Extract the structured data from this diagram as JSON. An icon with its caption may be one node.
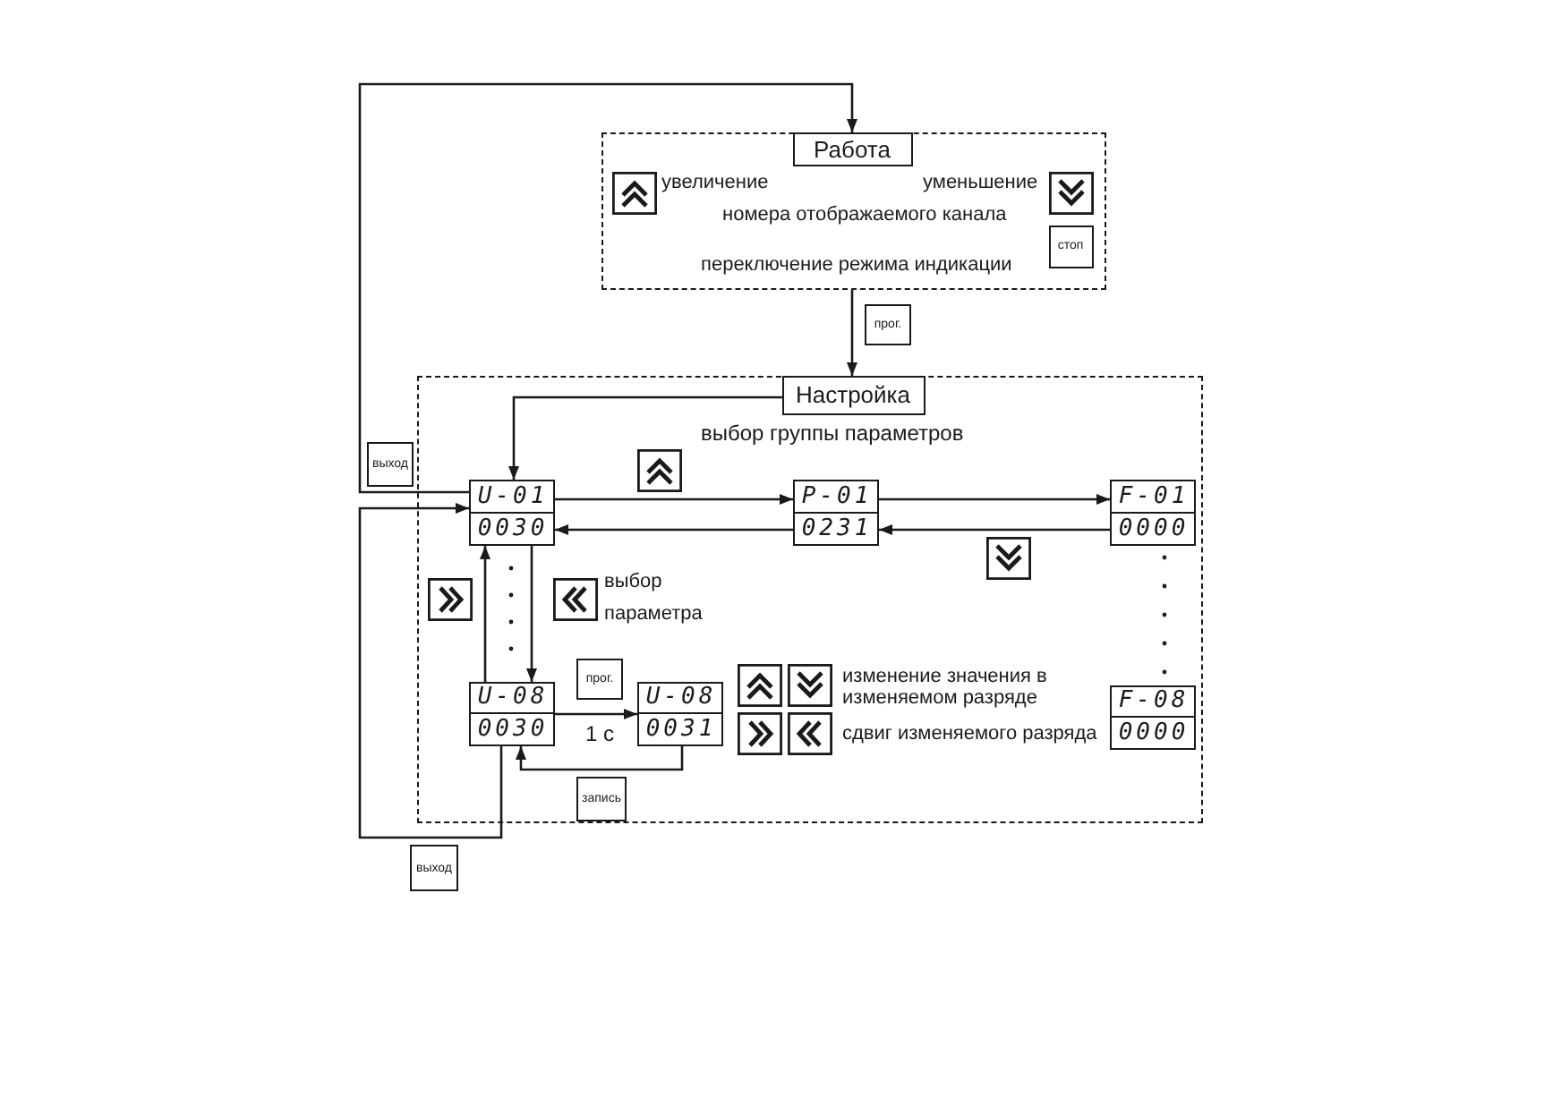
{
  "diagram": {
    "nodes": [
      {
        "text": [
          "увеличение",
          "уменьшение",
          "номера отображаемого канала",
          "переключение режима индикации"
        ]
      },
      {
        "text": [
          "Работа"
        ],
        "in": 0
      },
      {
        "text": [
          "стоп"
        ],
        "in": 0
      },
      {
        "text": [
          "выбор группы параметров",
          "выбор параметра",
          "изменение значения в изменяемом разряде",
          "сдвиг изменяемого разряда"
        ]
      },
      {
        "text": [
          "Настройка"
        ],
        "in": 3
      },
      {
        "text": [
          "U-01",
          "0030"
        ],
        "in": 3
      },
      {
        "text": [
          "P-01",
          "0231"
        ],
        "in": 3
      },
      {
        "text": [
          "F-01",
          "0000"
        ],
        "in": 3
      },
      {
        "text": [
          "U-08",
          "0030"
        ],
        "in": 3
      },
      {
        "text": [
          "U-08",
          "0031"
        ],
        "in": 3
      },
      {
        "text": [
          "F-08",
          "0000"
        ],
        "in": 3
      }
    ],
    "edges": [
      {
        "from": 5,
        "to": 1,
        "arrow": "to",
        "label": "выход"
      },
      {
        "from": 0,
        "to": 4,
        "arrow": "to",
        "label": "прог."
      },
      {
        "from": 4,
        "to": 5,
        "arrow": "to"
      },
      {
        "from": 5,
        "to": 6,
        "arrow": "to"
      },
      {
        "from": 6,
        "to": 7,
        "arrow": "to"
      },
      {
        "from": 7,
        "to": 6,
        "arrow": "to"
      },
      {
        "from": 6,
        "to": 5,
        "arrow": "to"
      },
      {
        "from": 8,
        "to": 5,
        "arrow": "to"
      },
      {
        "from": 5,
        "to": 8,
        "arrow": "to"
      },
      {
        "from": 8,
        "to": 9,
        "arrow": "to",
        "label": "прог."
      },
      {
        "from": 9,
        "to": 8,
        "arrow": "to",
        "label": "запись"
      },
      {
        "from": 8,
        "to": 5,
        "arrow": "to",
        "label": "выход"
      }
    ],
    "labels": [
      "1 с"
    ]
  }
}
